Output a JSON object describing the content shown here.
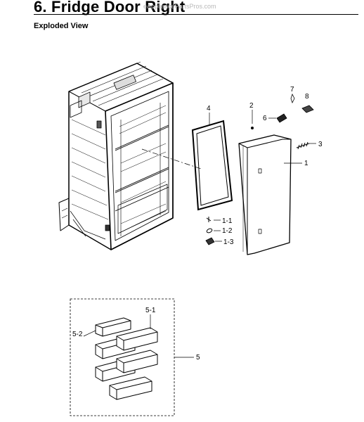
{
  "header": {
    "title": "6.  Fridge Door Right",
    "watermark": "eAppliancePartsPros.com",
    "subtitle": "Exploded View"
  },
  "callouts": {
    "p1": "1",
    "p1_1": "1-1",
    "p1_2": "1-2",
    "p1_3": "1-3",
    "p2": "2",
    "p3": "3",
    "p4": "4",
    "p5": "5",
    "p5_1": "5-1",
    "p5_2": "5-2",
    "p6": "6",
    "p7": "7",
    "p8": "8"
  }
}
